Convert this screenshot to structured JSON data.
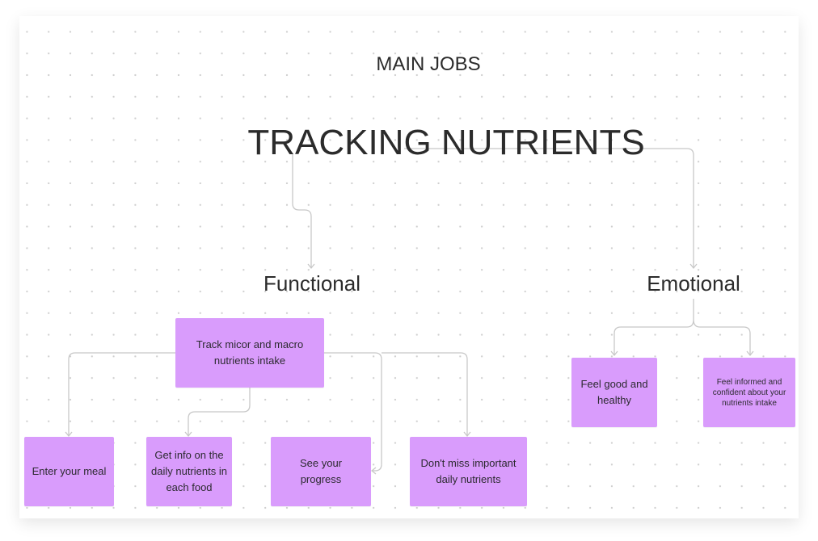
{
  "header": {
    "subtitle": "MAIN JOBS",
    "title": "TRACKING NUTRIENTS"
  },
  "categories": {
    "functional": "Functional",
    "emotional": "Emotional"
  },
  "functional": {
    "parent": "Track micor and macro nutrients intake",
    "children": [
      "Enter your meal",
      "Get info on the daily nutrients in each food",
      "See your progress",
      "Don't miss important daily nutrients"
    ]
  },
  "emotional": {
    "children": [
      "Feel good and healthy",
      "Feel informed and confident about your nutrients intake"
    ]
  },
  "colors": {
    "sticky": "#d99cfc",
    "connector": "#c8c8c8"
  }
}
